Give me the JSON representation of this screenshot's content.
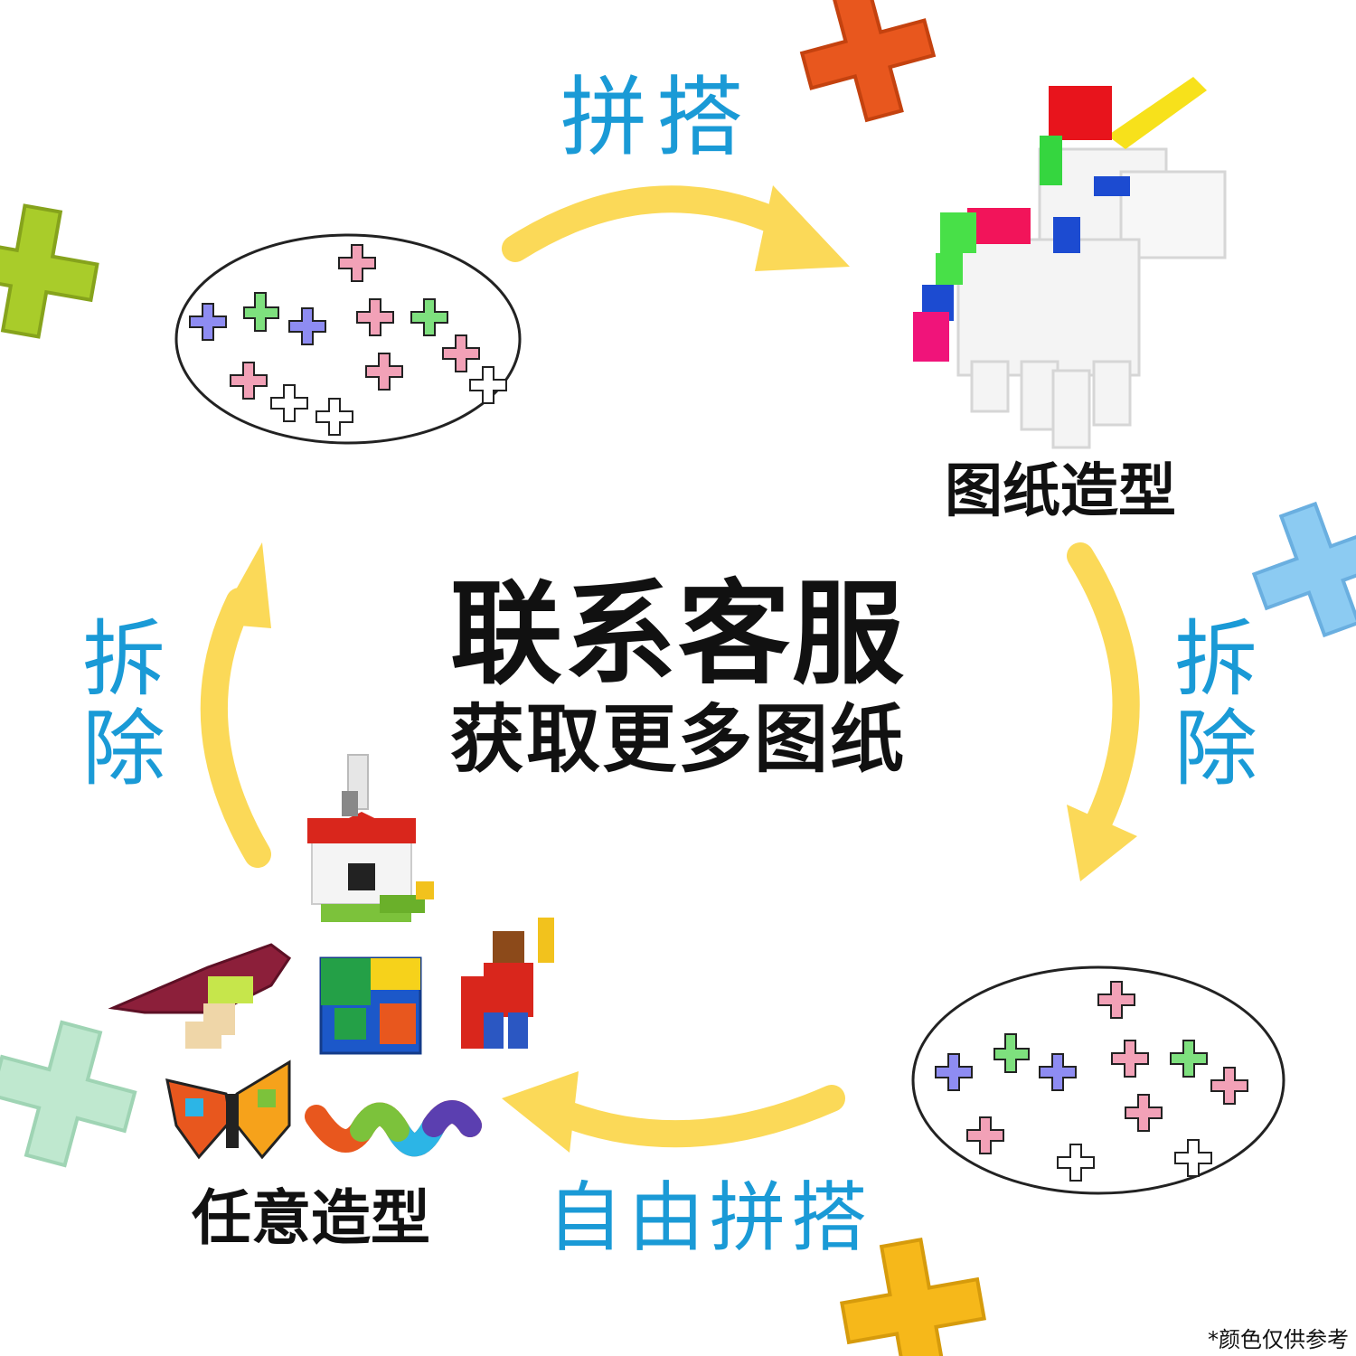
{
  "steps": {
    "build": "拼搭",
    "disassemble_right": [
      "拆",
      "除"
    ],
    "disassemble_left": [
      "拆",
      "除"
    ],
    "free_build": "自由拼搭"
  },
  "captions": {
    "blueprint_model": "图纸造型",
    "any_model": "任意造型"
  },
  "center": {
    "title": "联系客服",
    "subtitle": "获取更多图纸"
  },
  "note": "*颜色仅供参考",
  "colors": {
    "arrow": "#fbd958",
    "step_text": "#1a9ad6",
    "caption_text": "#111111"
  }
}
